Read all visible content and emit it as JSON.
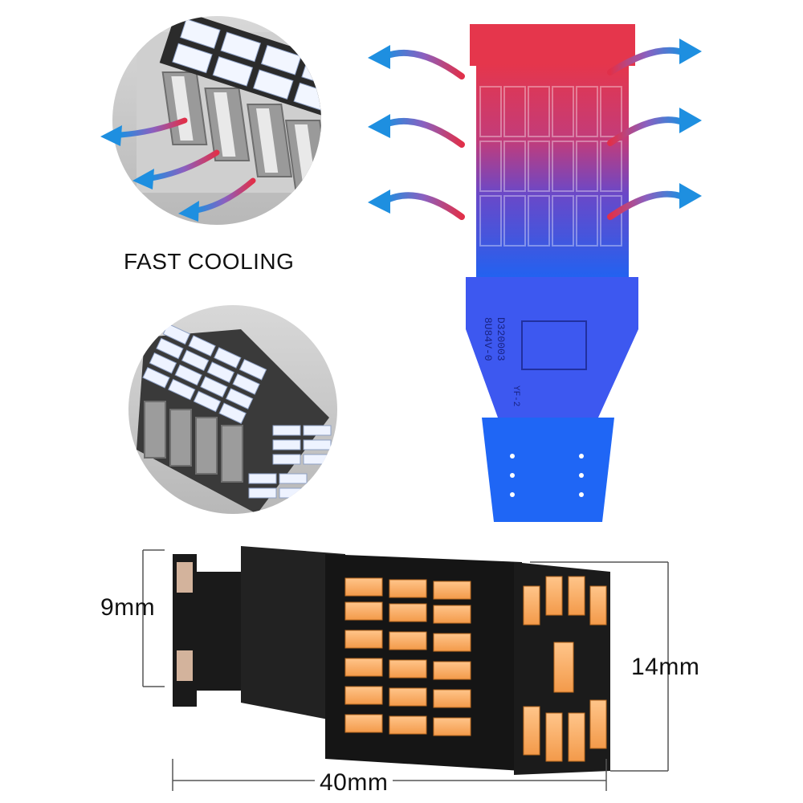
{
  "labels": {
    "feature": "FAST COOLING",
    "height_small": "9mm",
    "height_large": "14mm",
    "length": "40mm"
  },
  "pcb_marking": {
    "line1": "D320003",
    "line2": "8U84V-0",
    "line3": "YF-2"
  },
  "colors": {
    "heat": "#e0304a",
    "cool": "#1e8fe0",
    "bulb_top": "#e23a4e",
    "bulb_bottom": "#1f5ff0",
    "led_amber": "#f6a35a",
    "led_white": "#eef3ff"
  },
  "icons": {
    "airflow": "curved-arrow-icon"
  }
}
